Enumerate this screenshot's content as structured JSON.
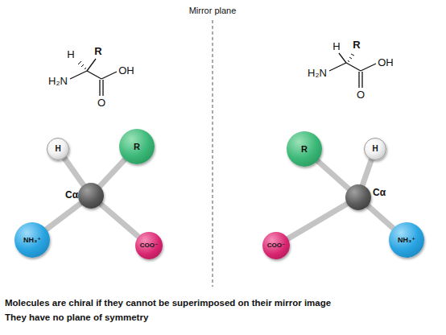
{
  "diagram": {
    "nodes": [
      {
        "text": [
          "H"
        ]
      },
      {
        "text": [
          "R"
        ]
      },
      {
        "text": [
          "Cα"
        ]
      },
      {
        "text": [
          "NH₃⁺"
        ]
      },
      {
        "text": [
          "COO⁻"
        ]
      },
      {
        "text": [
          "R"
        ]
      },
      {
        "text": [
          "H"
        ]
      },
      {
        "text": [
          "Cα"
        ]
      },
      {
        "text": [
          "COO⁻"
        ]
      },
      {
        "text": [
          "NH₃⁺"
        ]
      }
    ],
    "edges": [
      {
        "from": 2,
        "to": 0,
        "arrow": "none"
      },
      {
        "from": 2,
        "to": 1,
        "arrow": "none"
      },
      {
        "from": 2,
        "to": 3,
        "arrow": "none"
      },
      {
        "from": 2,
        "to": 4,
        "arrow": "none"
      },
      {
        "from": 7,
        "to": 5,
        "arrow": "none"
      },
      {
        "from": 7,
        "to": 6,
        "arrow": "none"
      },
      {
        "from": 7,
        "to": 8,
        "arrow": "none"
      },
      {
        "from": 7,
        "to": 9,
        "arrow": "none"
      }
    ],
    "labels": [
      "Mirror plane",
      "H",
      "R",
      "H₂N",
      "OH",
      "O",
      "H",
      "R",
      "H₂N",
      "OH",
      "O",
      "Molecules are chiral if they cannot be superimposed on their mirror image",
      "They have no plane of symmetry"
    ]
  }
}
